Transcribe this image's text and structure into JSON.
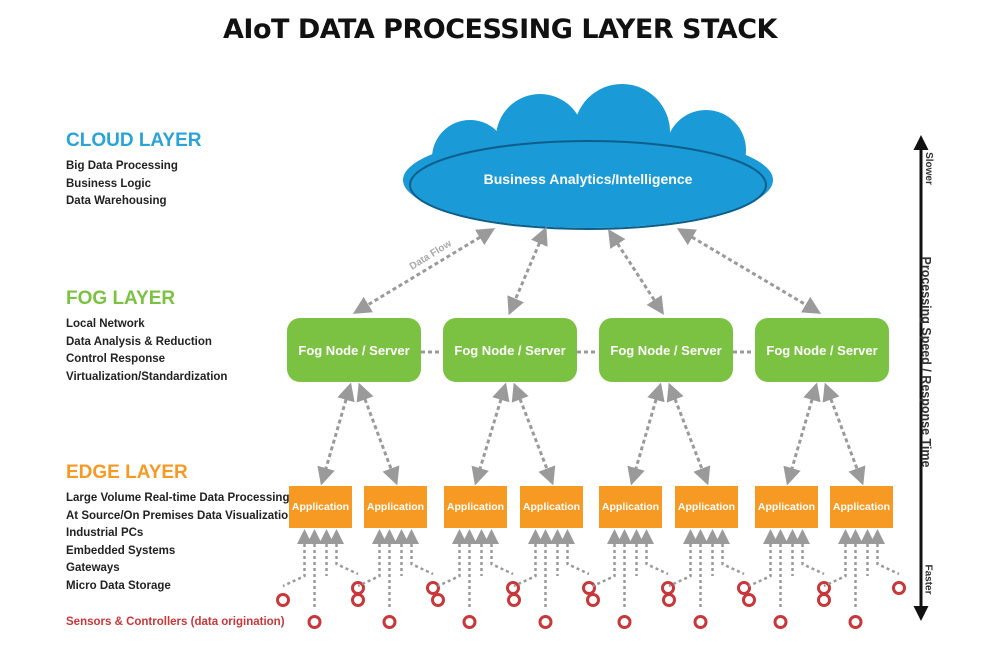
{
  "title": "AIoT DATA PROCESSING LAYER STACK",
  "colors": {
    "cloud": "#1a9ad6",
    "fog": "#7cc242",
    "edge": "#f79a24",
    "sensor": "#c8373a",
    "connector": "#9a9a9a"
  },
  "layers": {
    "cloud": {
      "title": "CLOUD LAYER",
      "color": "#29a3d8",
      "items": [
        "Big Data Processing",
        "Business Logic",
        "Data Warehousing"
      ]
    },
    "fog": {
      "title": "FOG LAYER",
      "color": "#7cc242",
      "items": [
        "Local Network",
        "Data Analysis & Reduction",
        "Control Response",
        "Virtualization/Standardization"
      ]
    },
    "edge": {
      "title": "EDGE LAYER",
      "color": "#f79a24",
      "items": [
        "Large Volume Real-time Data Processing",
        "At Source/On Premises Data Visualization",
        "Industrial PCs",
        "Embedded Systems",
        "Gateways",
        "Micro Data Storage"
      ]
    }
  },
  "sensors_label": "Sensors & Controllers (data origination)",
  "cloud_label": "Business Analytics/Intelligence",
  "data_flow_label": "Data Flow",
  "fog_nodes": [
    "Fog Node / Server",
    "Fog Node / Server",
    "Fog Node / Server",
    "Fog Node / Server"
  ],
  "applications": [
    "Application",
    "Application",
    "Application",
    "Application",
    "Application",
    "Application",
    "Application",
    "Application"
  ],
  "axis": {
    "label": "Processing Speed / Response Time",
    "top": "Slower",
    "bottom": "Faster"
  }
}
